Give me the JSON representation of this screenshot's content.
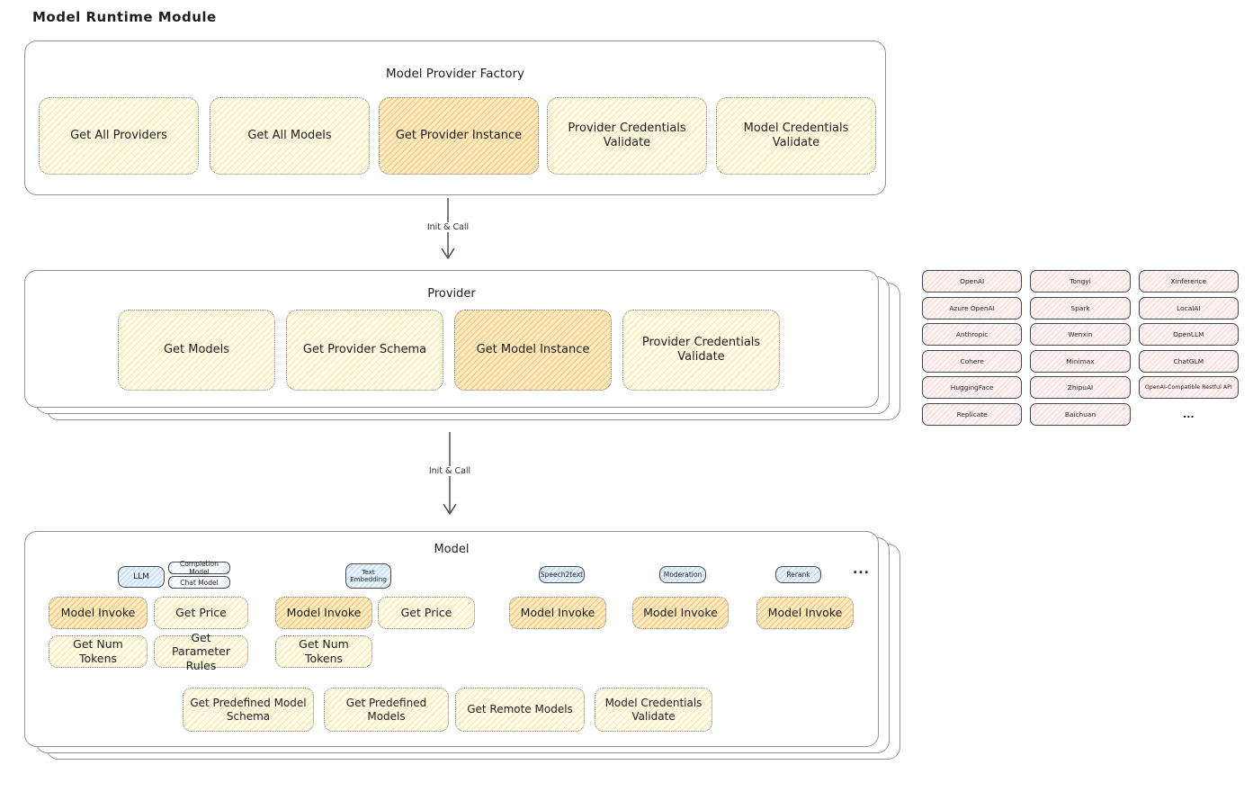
{
  "title": "Model Runtime Module",
  "arrows": {
    "arrow1_label": "Init & Call",
    "arrow2_label": "Init & Call"
  },
  "factory": {
    "title": "Model Provider Factory",
    "buttons": [
      {
        "label": "Get All Providers",
        "highlighted": false
      },
      {
        "label": "Get All Models",
        "highlighted": false
      },
      {
        "label": "Get Provider Instance",
        "highlighted": true
      },
      {
        "label": "Provider Credentials Validate",
        "highlighted": false
      },
      {
        "label": "Model Credentials Validate",
        "highlighted": false
      }
    ]
  },
  "provider": {
    "title": "Provider",
    "buttons": [
      {
        "label": "Get Models",
        "highlighted": false
      },
      {
        "label": "Get Provider Schema",
        "highlighted": false
      },
      {
        "label": "Get Model Instance",
        "highlighted": true
      },
      {
        "label": "Provider Credentials Validate",
        "highlighted": false
      }
    ]
  },
  "provider_grid": {
    "items": [
      "OpenAI",
      "Tongyi",
      "Xinference",
      "Azure OpenAI",
      "Spark",
      "LocalAI",
      "Anthropic",
      "Wenxin",
      "OpenLLM",
      "Cohere",
      "Minimax",
      "ChatGLM",
      "HuggingFace",
      "ZhipuAI",
      "OpenAI-Compatible Restful API",
      "Replicate",
      "Baichuan"
    ],
    "ellipsis": "..."
  },
  "model": {
    "title": "Model",
    "types": {
      "llm": "LLM",
      "completion": "Completion Model",
      "chat": "Chat Model",
      "text_embedding": "Text Embedding",
      "speech2text": "Speech2text",
      "moderation": "Moderation",
      "rerank": "Rerank",
      "ellipsis": "..."
    },
    "buttons": {
      "llm_invoke": "Model Invoke",
      "llm_price": "Get Price",
      "llm_tokens": "Get Num Tokens",
      "llm_rules": "Get Parameter Rules",
      "te_invoke": "Model Invoke",
      "te_price": "Get Price",
      "te_tokens": "Get Num Tokens",
      "s2t_invoke": "Model Invoke",
      "mod_invoke": "Model Invoke",
      "rerank_invoke": "Model Invoke"
    },
    "bottom_buttons": [
      "Get Predefined Model Schema",
      "Get Predefined Models",
      "Get Remote Models",
      "Model Credentials Validate"
    ]
  },
  "colors": {
    "yellow_fill": "#fefbe8",
    "yellow_hatch": "#f3d17d",
    "orange_fill": "#fcecc4",
    "orange_hatch": "#f0a641",
    "pink_fill": "#fdf3f3",
    "pink_hatch": "#eba0a0",
    "blue_fill": "#e8f2fc",
    "blue_hatch": "#82b4e6",
    "stroke_dark": "#43484e",
    "stroke_gray": "#8f949a"
  }
}
